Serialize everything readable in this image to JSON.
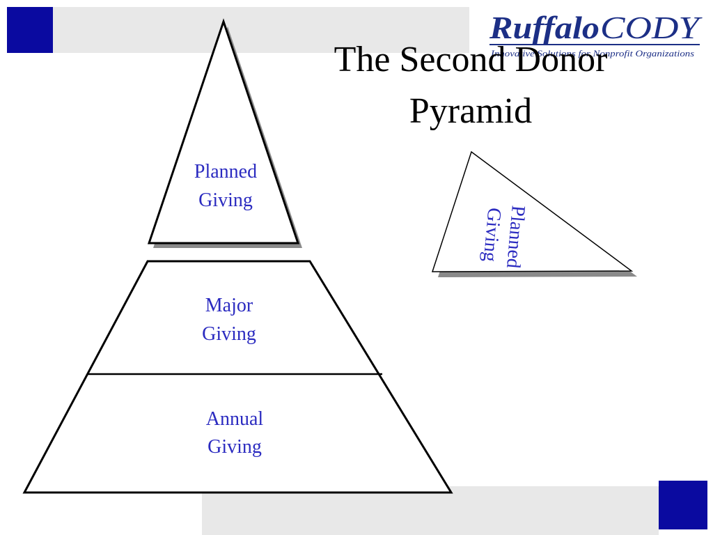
{
  "slide": {
    "title_line1": "The Second Donor",
    "title_line2": "Pyramid"
  },
  "logo": {
    "brand_main": "Ruffalo",
    "brand_accent": "CODY",
    "tagline": "Innovative Solutions for Nonprofit Organizations"
  },
  "pyramid": {
    "tiers": [
      {
        "line1": "Planned",
        "line2": "Giving"
      },
      {
        "line1": "Major",
        "line2": "Giving"
      },
      {
        "line1": "Annual",
        "line2": "Giving"
      }
    ]
  },
  "tipped_triangle": {
    "line1": "Planned",
    "line2": "Giving"
  },
  "colors": {
    "accent_square": "#0a0aa0",
    "band": "#e8e8e8",
    "label_text": "#2b2bc0",
    "logo_blue": "#1c2f86"
  }
}
